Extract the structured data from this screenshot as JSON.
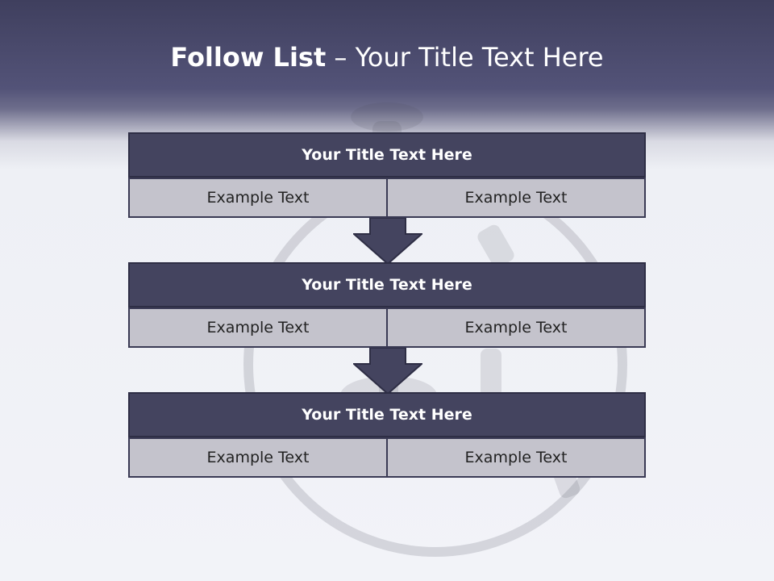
{
  "title": {
    "bold": "Follow List",
    "rest": "– Your Title Text Here"
  },
  "blocks": [
    {
      "title": "Your Title Text Here",
      "left": "Example Text",
      "right": "Example Text"
    },
    {
      "title": "Your Title Text Here",
      "left": "Example Text",
      "right": "Example Text"
    },
    {
      "title": "Your Title Text Here",
      "left": "Example Text",
      "right": "Example Text"
    }
  ],
  "colors": {
    "header_band": "#4a4a6c",
    "block_header": "#44445f",
    "cell": "#c4c3cc",
    "arrow": "#44445f"
  },
  "background_image": "hookah-silhouette"
}
